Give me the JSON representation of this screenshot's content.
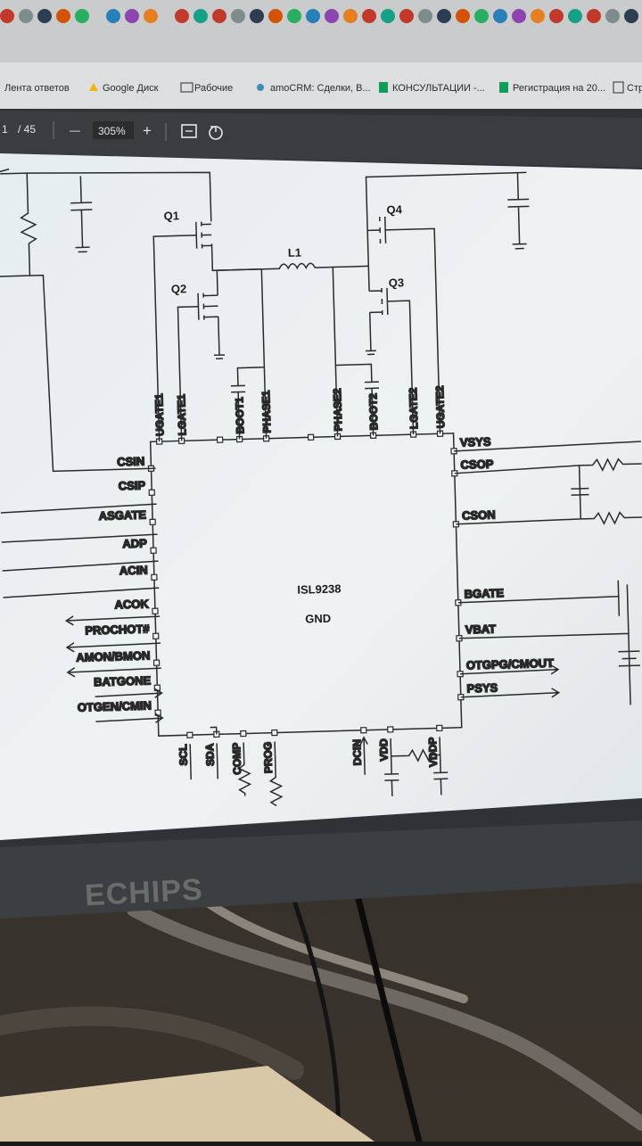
{
  "bookmarks": [
    {
      "label": "Лента ответов",
      "icon": "none"
    },
    {
      "label": "Google Диск",
      "icon": "google-drive-icon"
    },
    {
      "label": "Рабочие",
      "icon": "folder-icon"
    },
    {
      "label": "amoCRM: Сделки, В...",
      "icon": "amocrm-icon"
    },
    {
      "label": "КОНСУЛЬТАЦИИ -...",
      "icon": "sheets-icon"
    },
    {
      "label": "Регистрация на 20...",
      "icon": "sheets-icon"
    },
    {
      "label": "Стр",
      "icon": "page-icon"
    }
  ],
  "pdf_toolbar": {
    "page_current": "1",
    "page_total": "/ 45",
    "zoom_out": "—",
    "zoom": "305%",
    "zoom_in": "+"
  },
  "schematic": {
    "chip_name": "ISL9238",
    "chip_gnd": "GND",
    "components": {
      "q1": "Q1",
      "q2": "Q2",
      "q3": "Q3",
      "q4": "Q4",
      "l1": "L1"
    },
    "top_pins": [
      "UGATE1",
      "LGATE1",
      "BOOT1",
      "PHASE1",
      "PHASE2",
      "BOOT2",
      "LGATE2",
      "UGATE2"
    ],
    "left_pins": [
      "CSIN",
      "CSIP",
      "ASGATE",
      "ADP",
      "ACIN",
      "ACOK",
      "PROCHOT#",
      "AMON/BMON",
      "BATGONE",
      "OTGEN/CMIN"
    ],
    "right_pins": [
      "VSYS",
      "CSOP",
      "CSON",
      "BGATE",
      "VBAT",
      "OTGPG/CMOUT",
      "PSYS"
    ],
    "bottom_pins": [
      "SCL",
      "SDA",
      "COMP",
      "PROG",
      "DCIN",
      "VDD",
      "VDDP"
    ]
  },
  "monitor": {
    "brand": "ECHIPS"
  }
}
